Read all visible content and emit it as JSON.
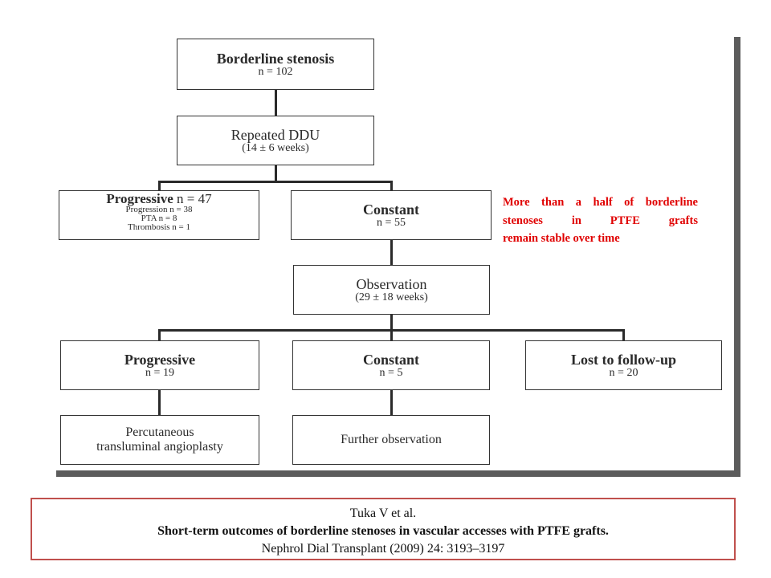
{
  "flowchart": {
    "borderline": {
      "title": "Borderline stenosis",
      "n": "n = 102"
    },
    "ddu": {
      "title": "Repeated DDU",
      "sub": "(14 ± 6 weeks)"
    },
    "progressive1": {
      "title": "Progressive",
      "n": "n = 47",
      "details": [
        "Progression n = 38",
        "PTA n = 8",
        "Thrombosis n = 1"
      ]
    },
    "constant1": {
      "title": "Constant",
      "n": "n = 55"
    },
    "observation": {
      "title": "Observation",
      "sub": "(29 ± 18 weeks)"
    },
    "progressive2": {
      "title": "Progressive",
      "n": "n = 19"
    },
    "constant2": {
      "title": "Constant",
      "n": "n = 5"
    },
    "lost": {
      "title": "Lost to follow-up",
      "n": "n = 20"
    },
    "pta": {
      "line1": "Percutaneous",
      "line2": "transluminal angioplasty"
    },
    "further": {
      "label": "Further observation"
    }
  },
  "note": {
    "line1": "More than a half of borderline",
    "line2": "stenoses in PTFE grafts",
    "line3": "remain stable over time",
    "color": "#e00000"
  },
  "citation": {
    "authors": "Tuka V et al.",
    "title": "Short-term outcomes of borderline stenoses in vascular accesses with PTFE grafts.",
    "journal": "Nephrol Dial Transplant (2009) 24: 3193–3197",
    "border_color": "#c0504d"
  }
}
